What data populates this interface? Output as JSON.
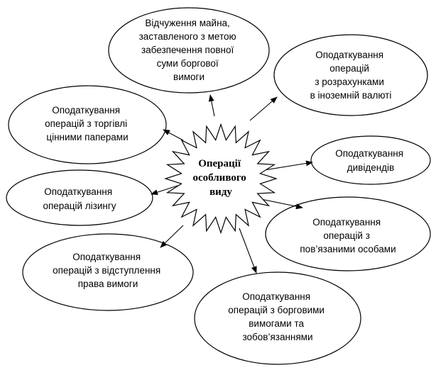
{
  "center": {
    "lines": [
      "Операції",
      "особливого",
      "виду"
    ]
  },
  "nodes": [
    {
      "id": "top",
      "lines": [
        "Відчуження майна,",
        "заставленого з метою",
        "забезпечення повної",
        "суми боргової",
        "вимоги"
      ]
    },
    {
      "id": "right-top",
      "lines": [
        "Оподаткування",
        "операцій",
        "з розрахунками",
        "в іноземній валюті"
      ]
    },
    {
      "id": "left-top",
      "lines": [
        "Оподаткування",
        "операцій з торгівлі",
        "цінними паперами"
      ]
    },
    {
      "id": "right-mid",
      "lines": [
        "Оподаткування",
        "дивідендів"
      ]
    },
    {
      "id": "left-mid",
      "lines": [
        "Оподаткування",
        "операцій лізингу"
      ]
    },
    {
      "id": "right-low",
      "lines": [
        "Оподаткування",
        "операцій з",
        "пов’язаними особами"
      ]
    },
    {
      "id": "left-low",
      "lines": [
        "Оподаткування",
        "операцій з відступлення",
        "права вимоги"
      ]
    },
    {
      "id": "bottom",
      "lines": [
        "Оподаткування",
        "операцій з борговими",
        "вимогами та",
        "зобов’язаннями"
      ]
    }
  ]
}
